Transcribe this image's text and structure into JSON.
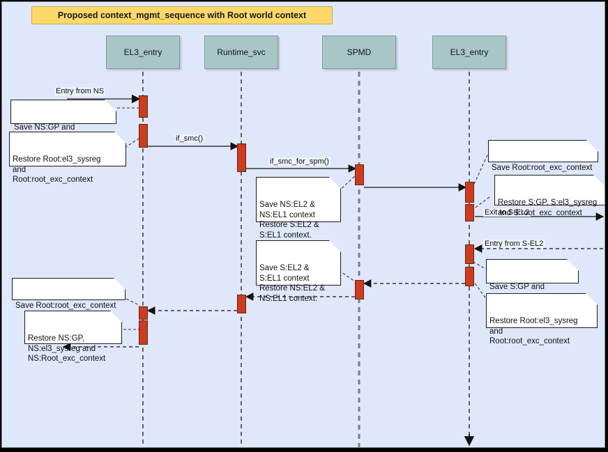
{
  "diagram": {
    "title": "Proposed context_mgmt_sequence with Root world context",
    "background_color": "#dfe7fa",
    "title_color": "#fcd86a",
    "lifeline_head_color": "#a8c6c6",
    "activation_color": "#cc3c20",
    "note_color": "#ffffff"
  },
  "lifelines": [
    {
      "label": "EL3_entry"
    },
    {
      "label": "Runtime_svc"
    },
    {
      "label": "SPMD"
    },
    {
      "label": "EL3_entry"
    }
  ],
  "messages": [
    {
      "label": "Entry from NS"
    },
    {
      "label": "if_smc()"
    },
    {
      "label": "if_smc_for_spm()"
    },
    {
      "label": "Exit to S-EL2"
    },
    {
      "label": "Entry from S-EL2"
    }
  ],
  "notes": [
    {
      "text": "Save NS:GP and\nNS:Root_exc_context"
    },
    {
      "text": "Restore Root:el3_sysreg\nand\nRoot:root_exc_context"
    },
    {
      "text": "Save NS:EL2 &\nNS:EL1 context\nRestore S:EL2 &\nS:EL1 context."
    },
    {
      "text": "Save Root:root_exc_context"
    },
    {
      "text": "Restore S:GP, S:el3_sysreg\nand S:root_exc_context"
    },
    {
      "text": "Save S:EL2 &\nS:EL1 context\nRestore NS:EL2 &\nNS:EL1 context."
    },
    {
      "text": "Save S:GP and\nS:root_exc_context"
    },
    {
      "text": "Restore Root:el3_sysreg\nand\nRoot:root_exc_context"
    },
    {
      "text": "Save Root:root_exc_context"
    },
    {
      "text": "Restore NS:GP,\nNS:el3_sysreg and\nNS:Root_exc_context"
    }
  ]
}
